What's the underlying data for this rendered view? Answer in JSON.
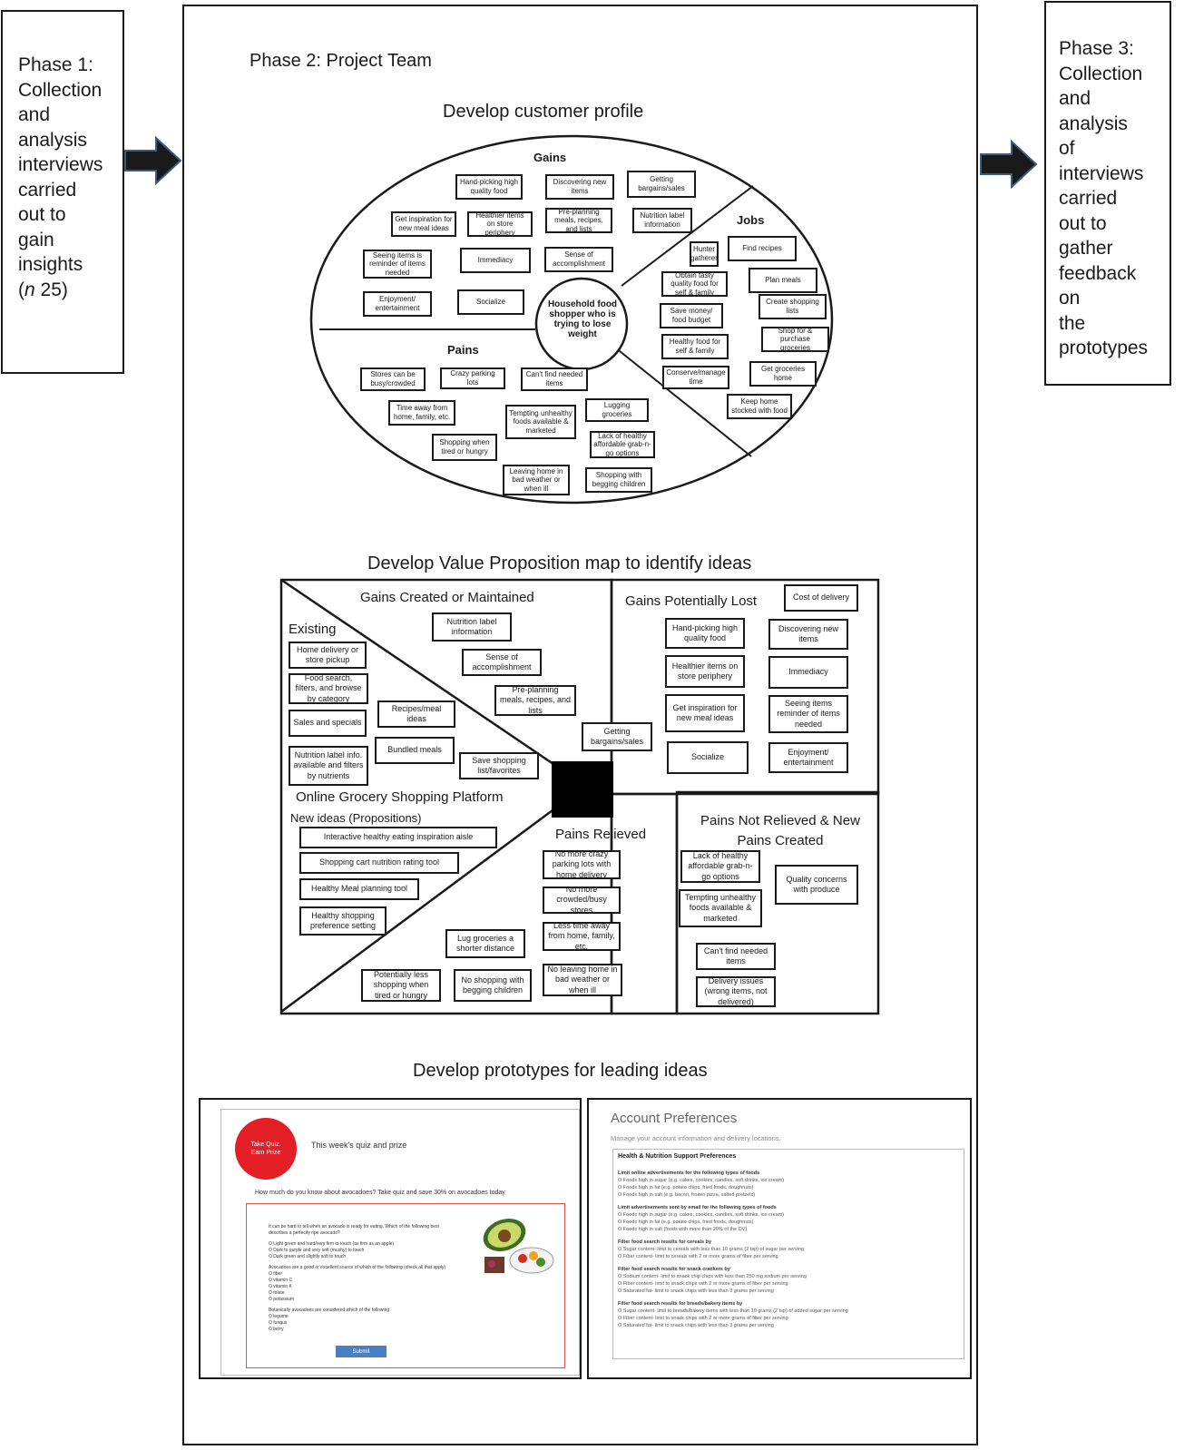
{
  "phase1": {
    "lines": [
      "Phase 1:",
      "Collection",
      "and",
      "analysis",
      "interviews",
      "carried",
      "out to",
      "gain",
      "insights"
    ],
    "n_label": "n",
    "n_value": " 25)",
    "n_open": "("
  },
  "phase2": {
    "title": "Phase 2: Project Team"
  },
  "phase3": {
    "lines": [
      "Phase 3:",
      "Collection",
      "and",
      "analysis",
      "of",
      "interviews",
      "carried",
      "out to",
      "gather",
      "feedback",
      "on",
      "the",
      "prototypes"
    ]
  },
  "profile": {
    "heading": "Develop customer profile",
    "gains_label": "Gains",
    "jobs_label": "Jobs",
    "pains_label": "Pains",
    "center": "Household food shopper who is trying to lose weight",
    "gains": [
      "Hand-picking high quality food",
      "Discovering new items",
      "Getting bargains/sales",
      "Get inspiration for new meal ideas",
      "Healthier items on store periphery",
      "Pre-planning meals, recipes, and lists",
      "Nutrition label information",
      "Seeing items is reminder of items needed",
      "Immediacy",
      "Sense of accomplishment",
      "Enjoyment/ entertainment",
      "Socialize"
    ],
    "jobs": [
      "Hunter gatherer",
      "Find recipes",
      "Obtain tasty quality food for self & family",
      "Plan meals",
      "Save money/ food budget",
      "Create shopping lists",
      "Healthy food for self & family",
      "Shop for & purchase groceries",
      "Conserve/manage time",
      "Get groceries home",
      "Keep home stocked with food"
    ],
    "pains": [
      "Stores can be busy/crowded",
      "Crazy parking lots",
      "Can't find needed items",
      "Time away from home, family, etc.",
      "Tempting unhealthy foods available & marketed",
      "Lugging groceries",
      "Shopping when tired or hungry",
      "Lack of healthy affordable grab-n-go options",
      "Leaving home in bad weather or when ill",
      "Shopping with begging children"
    ]
  },
  "vpm": {
    "heading": "Develop Value Proposition map to identify ideas",
    "gains_created_label": "Gains Created or Maintained",
    "gains_lost_label": "Gains Potentially Lost",
    "existing_label": "Existing",
    "platform_label": "Online Grocery Shopping Platform",
    "new_ideas_label": "New ideas (Propositions)",
    "pains_relieved_label": "Pains Relieved",
    "pains_not_relieved_label": "Pains Not Relieved & New Pains Created",
    "existing": [
      "Home delivery or store pickup",
      "Food search, filters, and browse by category",
      "Sales and specials",
      "Nutrition label info. available and filters by nutrients",
      "Recipes/meal ideas",
      "Bundled meals",
      "Save shopping list/favorites"
    ],
    "gains_created": [
      "Nutrition label information",
      "Sense of accomplishment",
      "Pre-planning meals, recipes, and lists",
      "Getting bargains/sales"
    ],
    "gains_lost": [
      "Cost of delivery",
      "Hand-picking high quality food",
      "Discovering new items",
      "Healthier items on store periphery",
      "Immediacy",
      "Get inspiration for new meal ideas",
      "Seeing items reminder of items needed",
      "Socialize",
      "Enjoyment/ entertainment"
    ],
    "new_ideas": [
      "Interactive healthy eating inspiration aisle",
      "Shopping cart nutrition rating tool",
      "Healthy Meal planning tool",
      "Healthy shopping preference setting"
    ],
    "pains_relieved": [
      "No more crazy parking lots with home delivery",
      "No more crowded/busy stores",
      "Less time away from home, family, etc.",
      "Lug groceries a shorter distance",
      "No leaving home in bad weather or when ill",
      "Potentially less shopping when tired or hungry",
      "No shopping with begging children"
    ],
    "pains_not_relieved": [
      "Lack of healthy affordable grab-n-go options",
      "Quality concerns with produce",
      "Tempting unhealthy foods available & marketed",
      "Can't find needed items",
      "Delivery issues (wrong items, not delivered)"
    ]
  },
  "prototypes": {
    "heading": "Develop prototypes for leading ideas",
    "quiz": {
      "badge": "Take Quiz. Earn Prize",
      "title": "This week's quiz and prize",
      "question": "How much do you know about avocadoes? Take quiz and save 30% on avocadoes today",
      "submit": "Submit",
      "lines": [
        "It can be hard to tell when an avocado is ready for eating. Which of the following best",
        "describes a perfectly ripe avocado?",
        "O  Light green and hard/very firm to touch (as firm as an apple)",
        "O  Dark to purple and very soft (mushy) to touch",
        "O  Dark green and slightly soft to touch",
        "Avocadoes are a good or excellent source of which of the following (check all that apply)",
        "O  fiber",
        "O  vitamin C",
        "O  vitamin K",
        "O  folate",
        "O  potassium",
        "Botanically avocadoes are considered which of the following",
        "O  legume",
        "O  fungus",
        "O  berry"
      ]
    },
    "account": {
      "title": "Account Preferences",
      "subtitle": "Manage your account information and delivery locations.",
      "section": "Health & Nutrition Support Preferences",
      "groups": [
        {
          "head": "Limit online advertisements for the following types of foods",
          "items": [
            "O  Foods high in sugar (e.g. cakes, cookies, candies, soft drinks, ice cream)",
            "O  Foods high in fat (e.g. potato chips, fried foods, doughnuts)",
            "O  Foods high in salt (e.g. bacon, frozen pizza, salted pretzels)"
          ]
        },
        {
          "head": "Limit advertisements sent by email for the following types of foods",
          "items": [
            "O  Foods high in sugar (e.g. cakes, cookies, candies, soft drinks, ice cream)",
            "O  Foods high in fat (e.g. potato chips, fried foods, doughnuts)",
            "O  Foods high in salt (foods with more than 20% of the DV)"
          ]
        },
        {
          "head": "Filter food search results for cereals by",
          "items": [
            "O  Sugar content- limit to cereals with less than 10 grams (2 tsp) of sugar per serving",
            "O  Fiber content- limit to cereals with 2 or more grams of fiber per serving"
          ]
        },
        {
          "head": "Filter food search results for snack crackers by",
          "items": [
            "O  Sodium content- limit to snack chip chips with less than 250 mg sodium per serving",
            "O  Fiber content- limit to snack chips with 2 or more grams of fiber per serving",
            "O  Saturated fat- limit to snack chips with less than 3 grams per serving"
          ]
        },
        {
          "head": "Filter food search results for breads/bakery items by",
          "items": [
            "O  Sugar content- limit to breads/bakery items with less than 10 grams (2 tsp) of added sugar per serving",
            "O  Fiber content- limit to snack chips with 2 or more grams of fiber per serving",
            "O  Saturated fat- limit to snack chips with less than 3 grams per serving"
          ]
        }
      ]
    }
  },
  "colors": {
    "ink": "#1a1a1a",
    "badge": "#e31e24",
    "submit": "#4a7fc1",
    "border_red": "#d9534f"
  }
}
